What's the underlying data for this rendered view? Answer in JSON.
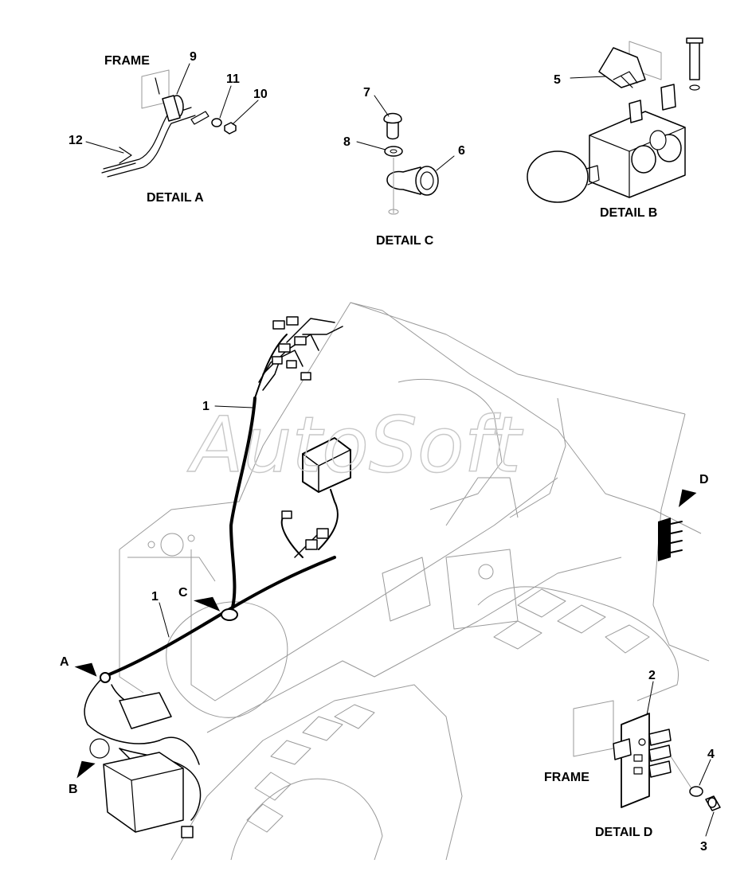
{
  "watermark": "AutoSoft",
  "callouts": {
    "frame_a": "FRAME",
    "frame_d": "FRAME",
    "n1a": "1",
    "n1b": "1",
    "n2": "2",
    "n3": "3",
    "n4": "4",
    "n5": "5",
    "n6": "6",
    "n7": "7",
    "n8": "8",
    "n9": "9",
    "n10": "10",
    "n11": "11",
    "n12": "12",
    "a": "A",
    "b": "B",
    "c": "C",
    "d": "D"
  },
  "details": {
    "a": "DETAIL A",
    "b": "DETAIL B",
    "c": "DETAIL C",
    "d": "DETAIL D"
  }
}
